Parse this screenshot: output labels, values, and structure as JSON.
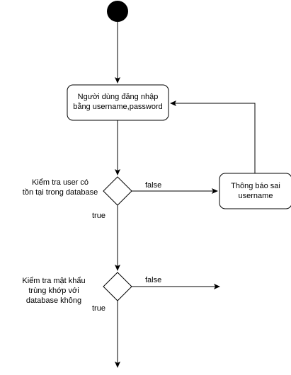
{
  "nodes": {
    "login_box": "Người dùng đăng nhập\nbằng username,password",
    "error_box": "Thông báo sai\nusername",
    "check_user": "Kiểm tra user có\ntồn tại trong database",
    "check_password": "Kiểm tra mật khẩu\ntrùng khớp với\ndatabase không"
  },
  "edges": {
    "user_false": "false",
    "user_true": "true",
    "password_false": "false",
    "password_true": "true"
  },
  "colors": {
    "stroke": "#000000",
    "fill": "#ffffff",
    "start_node": "#000000"
  }
}
